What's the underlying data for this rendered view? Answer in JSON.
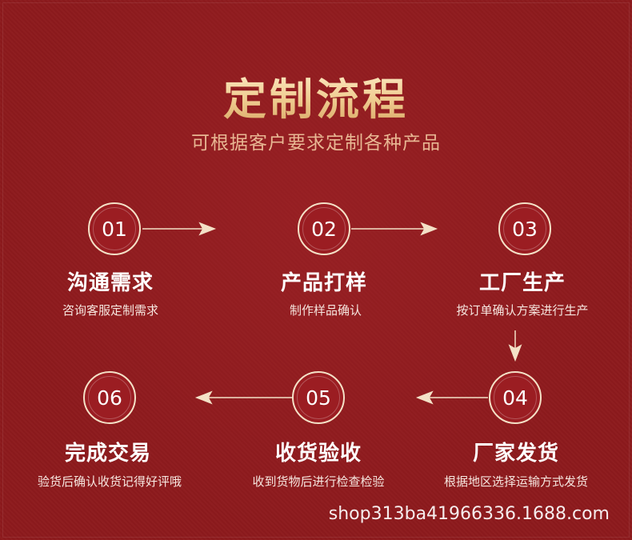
{
  "header": {
    "title": "定制流程",
    "subtitle": "可根据客户要求定制各种产品"
  },
  "steps": [
    {
      "num": "01",
      "title": "沟通需求",
      "desc": "咨询客服定制需求"
    },
    {
      "num": "02",
      "title": "产品打样",
      "desc": "制作样品确认"
    },
    {
      "num": "03",
      "title": "工厂生产",
      "desc": "按订单确认方案进行生产"
    },
    {
      "num": "04",
      "title": "厂家发货",
      "desc": "根据地区选择运输方式发货"
    },
    {
      "num": "05",
      "title": "收货验收",
      "desc": "收到货物后进行检查检验"
    },
    {
      "num": "06",
      "title": "完成交易",
      "desc": "验货后确认收货记得好评哦"
    }
  ],
  "watermark": "shop313ba41966336.1688.com",
  "colors": {
    "background": "#8d1a1d",
    "title_gold": "#f0cd92",
    "subtitle": "#e8b793",
    "circle_border": "#f4e1c7",
    "text": "#ffffff"
  }
}
